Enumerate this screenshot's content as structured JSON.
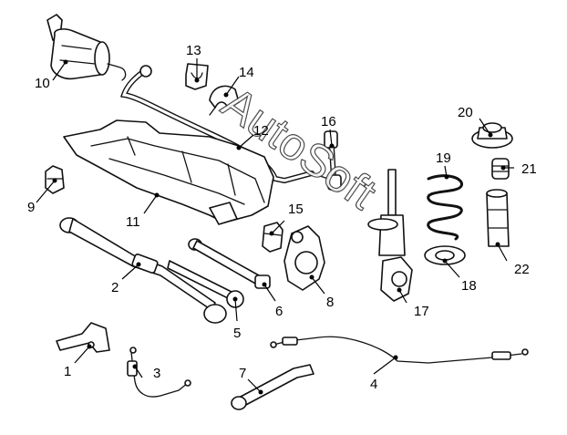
{
  "watermark": "AutoSoft",
  "callouts": {
    "c1": "1",
    "c2": "2",
    "c3": "3",
    "c4": "4",
    "c5": "5",
    "c6": "6",
    "c7": "7",
    "c8": "8",
    "c9": "9",
    "c10": "10",
    "c11": "11",
    "c12": "12",
    "c13": "13",
    "c14": "14",
    "c15": "15",
    "c16": "16",
    "c17": "17",
    "c18": "18",
    "c19": "19",
    "c20": "20",
    "c21": "21",
    "c22": "22"
  }
}
